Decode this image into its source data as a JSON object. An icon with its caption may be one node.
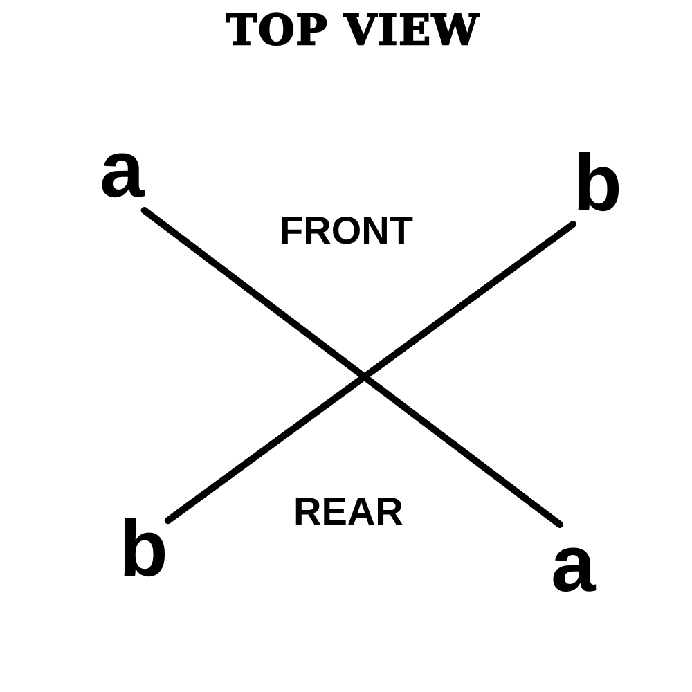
{
  "diagram": {
    "title": "TOP VIEW",
    "nodes": [
      {
        "text": [
          "a"
        ]
      },
      {
        "text": [
          "b"
        ]
      },
      {
        "text": [
          "b"
        ]
      },
      {
        "text": [
          "a"
        ]
      }
    ],
    "edges": [
      {
        "from": 0,
        "to": 3,
        "arrow": "none"
      },
      {
        "from": 1,
        "to": 2,
        "arrow": "none"
      }
    ],
    "labels": [
      "FRONT",
      "REAR"
    ]
  }
}
